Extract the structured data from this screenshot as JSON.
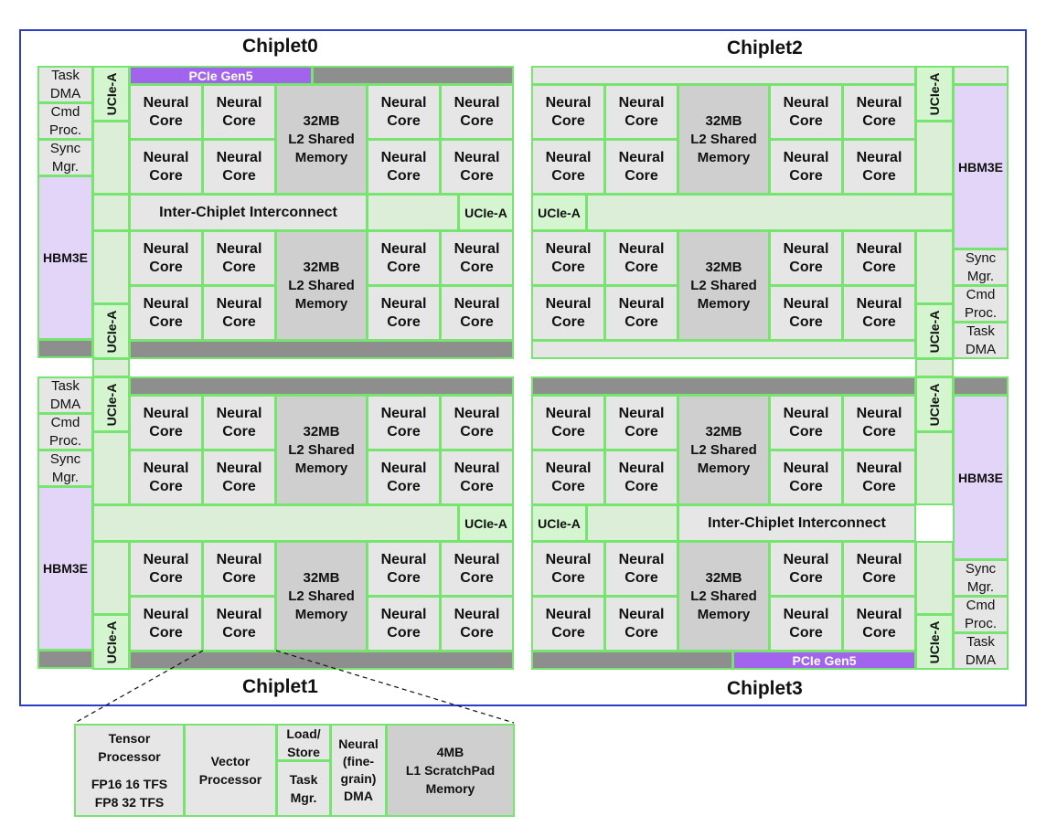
{
  "chiplets": [
    {
      "title": "Chiplet0",
      "pcie": "PCIe Gen5",
      "interconnect": "Inter-Chiplet Interconnect"
    },
    {
      "title": "Chiplet1"
    },
    {
      "title": "Chiplet2"
    },
    {
      "title": "Chiplet3",
      "pcie": "PCIe Gen5",
      "interconnect": "Inter-Chiplet Interconnect"
    }
  ],
  "labels": {
    "neural_core": "Neural\nCore",
    "l2": "32MB\nL2 Shared\nMemory",
    "ucie": "UCIe-A",
    "hbm": "HBM3E",
    "task_dma": "Task\nDMA",
    "cmd_proc": "Cmd\nProc.",
    "sync_mgr": "Sync\nMgr."
  },
  "core_detail": {
    "tensor_processor": "Tensor\nProcessor",
    "tensor_specs": "FP16 16 TFS\nFP8 32 TFS",
    "vector_processor": "Vector\nProcessor",
    "load_store": "Load/\nStore",
    "task_mgr": "Task\nMgr.",
    "neural_dma": "Neural\n(fine-\ngrain)\nDMA",
    "l1": "4MB\nL1 ScratchPad\nMemory"
  },
  "colors": {
    "border_green": "#77e46f",
    "outline_blue": "#2b3cc5",
    "pcie_purple": "#a263ed",
    "hbm_lavender": "#e2d5f7",
    "core_gray": "#e6e6e6",
    "memory_gray": "#cfcfcf",
    "bus_gray": "#8e8e8e"
  }
}
